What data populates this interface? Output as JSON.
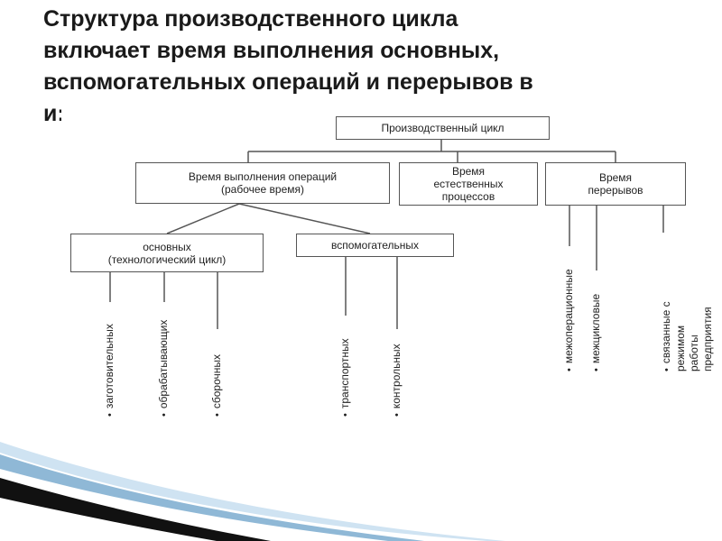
{
  "title": {
    "lines": [
      "Структура производственного цикла",
      "включает время выполнения основных,",
      "вспомогательных операций и перерывов в",
      "и:"
    ]
  },
  "diagram": {
    "root": "Производственный цикл",
    "level1": {
      "operations": "Время выполнения операций\n(рабочее время)",
      "natural": "Время\nестественных\nпроцессов",
      "breaks": "Время\nперерывов"
    },
    "level2": {
      "main": "основных\n(технологический цикл)",
      "auxiliary": "вспомогательных"
    },
    "leaves": {
      "main": [
        "заготовительных",
        "обрабатывающих",
        "сборочных"
      ],
      "auxiliary": [
        "транспортных",
        "контрольных"
      ],
      "breaks": [
        "межоперационные",
        "межцикловые",
        "связанные с режимом\nработы предприятия"
      ]
    },
    "bullet": "•"
  }
}
